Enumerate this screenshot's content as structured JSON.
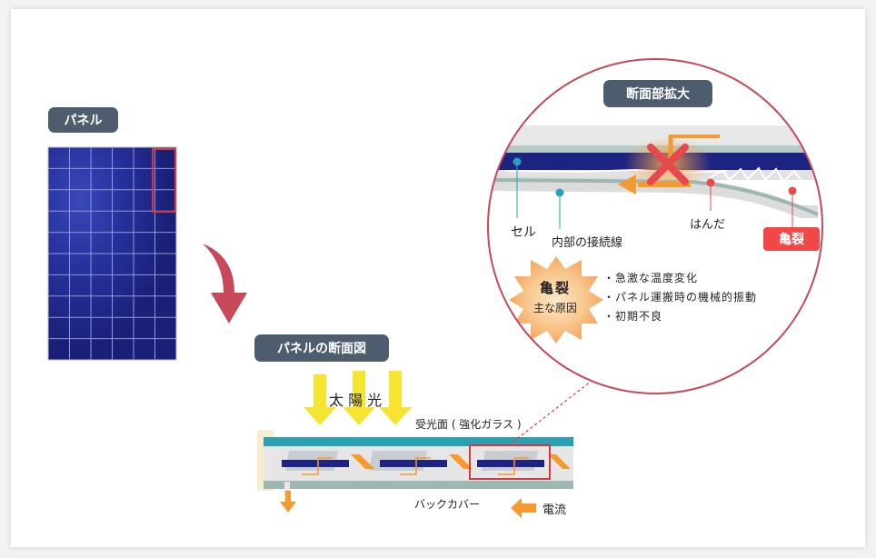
{
  "labels": {
    "panel": "パネル",
    "cross_section": "パネルの断面図",
    "section_zoom": "断面部拡大",
    "sunlight": "太 陽 光",
    "receiving_surface": "受光面 ( 強化ガラス )",
    "back_cover": "バックカバー",
    "current": "電流",
    "cell": "セル",
    "internal_wire": "内部の接続線",
    "solder": "はんだ",
    "crack": "亀裂",
    "starburst_title": "亀裂",
    "starburst_sub": "主な原因"
  },
  "causes": [
    "・急激な温度変化",
    "・パネル運搬時の機械的振動",
    "・初期不良"
  ],
  "colors": {
    "pill_bg": "#4d5d6d",
    "cell_navy": "#1d2380",
    "glass_teal": "#2aa0b3",
    "sun_yellow": "#f5e531",
    "current_orange": "#f59a2e",
    "highlight_red": "#d9363e",
    "circle_border": "#c44a5a",
    "crack_badge": "#f04848"
  }
}
